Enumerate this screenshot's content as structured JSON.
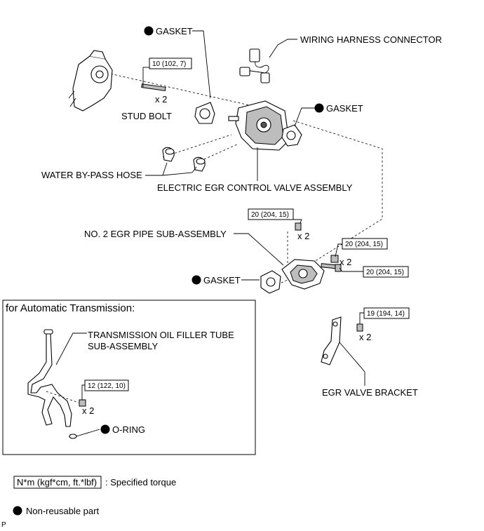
{
  "labels": {
    "gasket_top": "GASKET",
    "wiring_harness": "WIRING HARNESS CONNECTOR",
    "gasket_right": "GASKET",
    "stud_bolt": "STUD BOLT",
    "water_bypass": "WATER BY-PASS HOSE",
    "egr_valve": "ELECTRIC EGR CONTROL VALVE ASSEMBLY",
    "egr_pipe": "NO. 2 EGR PIPE SUB-ASSEMBLY",
    "gasket_lower": "GASKET",
    "egr_bracket": "EGR VALVE BRACKET",
    "oil_filler_line1": "TRANSMISSION OIL FILLER TUBE",
    "oil_filler_line2": "SUB-ASSEMBLY",
    "o_ring": "O-RING"
  },
  "torques": {
    "stud": "10 (102, 7)",
    "pipe_top": "20 (204, 15)",
    "pipe_nut": "20 (204, 15)",
    "pipe_bolt": "20 (204, 15)",
    "bracket": "19 (194, 14)",
    "filler": "12 (122, 10)"
  },
  "quantities": {
    "stud": "x 2",
    "pipe_top": "x 2",
    "pipe_nut": "x 2",
    "bracket": "x 2",
    "filler": "x 2"
  },
  "inset_title": "for Automatic Transmission:",
  "legend": {
    "torque_unit": "N*m (kgf*cm, ft.*lbf)",
    "torque_desc": ": Specified torque",
    "nonreusable": "Non-reusable part"
  },
  "corner_mark": "P"
}
